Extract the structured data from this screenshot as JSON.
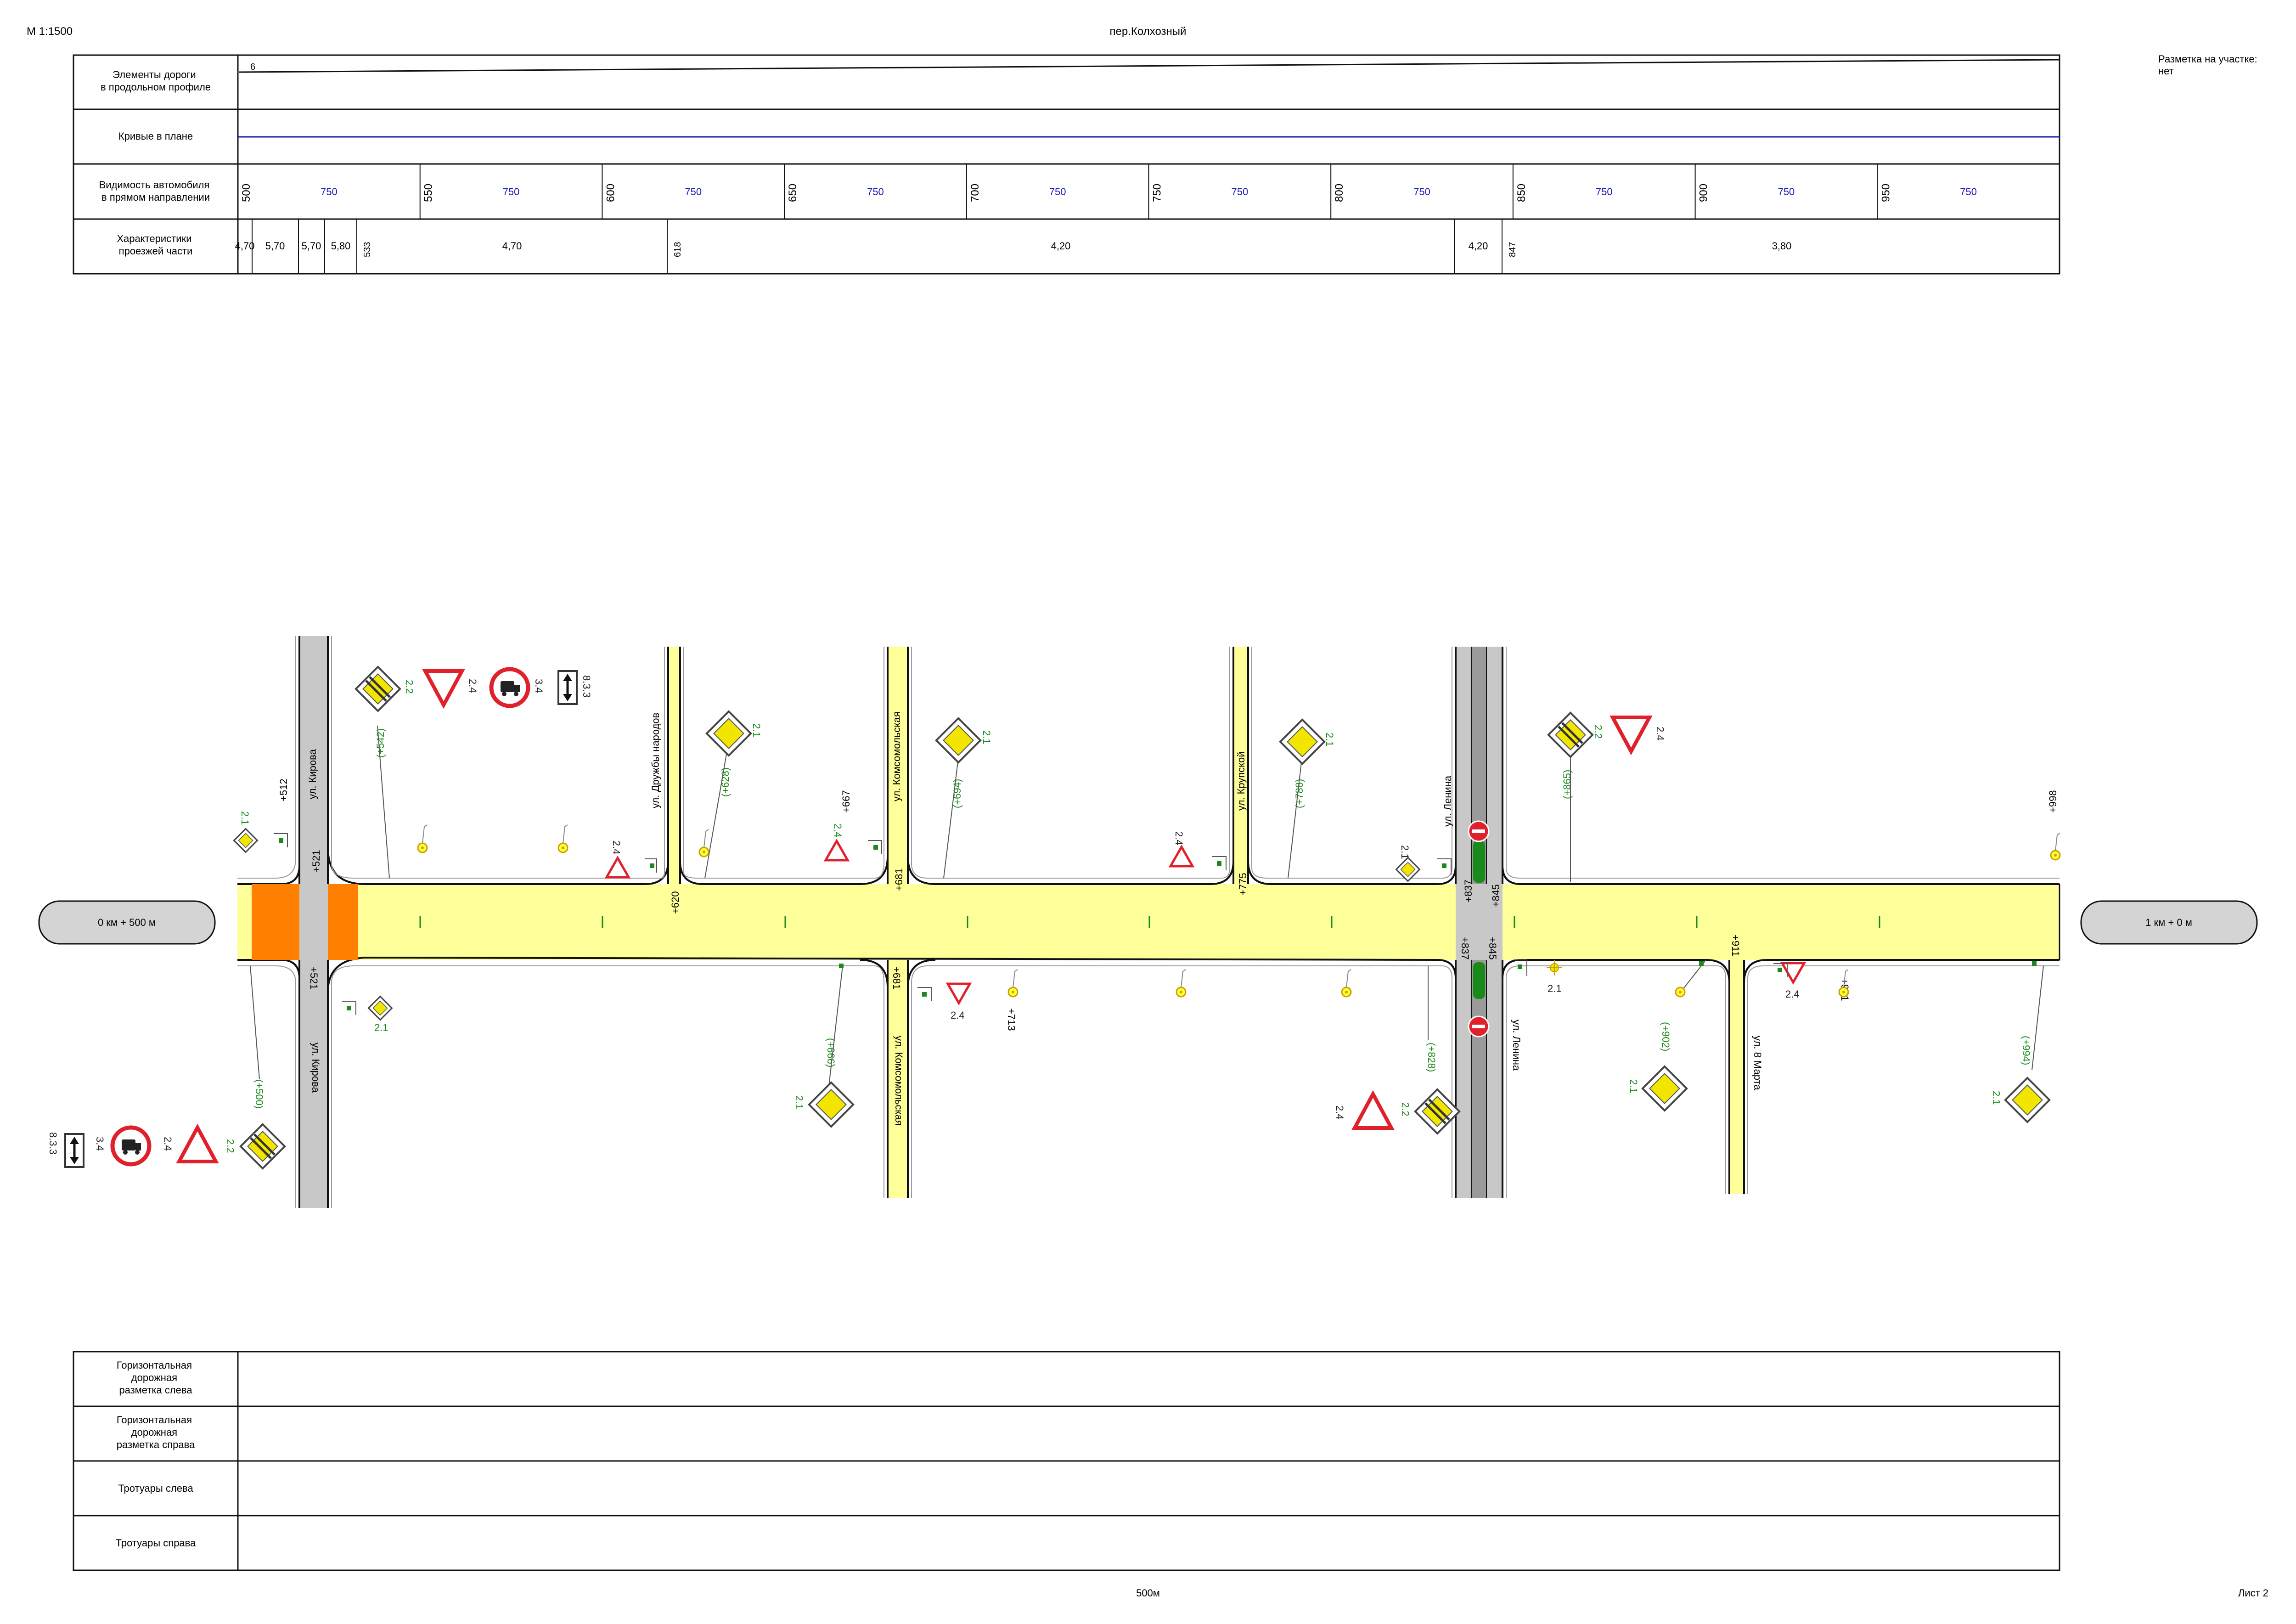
{
  "header": {
    "scale": "М 1:1500",
    "title": "пер.Колхозный",
    "marking_note_line1": "Разметка на участке:",
    "marking_note_line2": "нет"
  },
  "top_table": {
    "row_profile": [
      "Элементы дороги",
      "в продольном профиле"
    ],
    "profile_value": "6",
    "row_curves": "Кривые в плане",
    "row_visibility": [
      "Видимость автомобиля",
      "в прямом направлении"
    ],
    "visibility_pickets": [
      "500",
      "550",
      "600",
      "650",
      "700",
      "750",
      "800",
      "850",
      "900",
      "950"
    ],
    "visibility_value": "750",
    "row_carriageway": [
      "Характеристики",
      "проезжей части"
    ],
    "carriageway_widths": [
      "4,70",
      "5,70",
      "5,70",
      "5,80",
      "4,70",
      "4,20",
      "4,20",
      "3,80"
    ],
    "carriageway_marks": [
      "533",
      "618",
      "847"
    ]
  },
  "plan": {
    "start_label": "0 км + 500 м",
    "end_label": "1 км + 0 м",
    "streets": [
      "ул. Кирова",
      "ул. Дружбы народов",
      "ул. Комсомольская",
      "ул. Крупской",
      "ул. Ленина",
      "ул. Кирова",
      "ул. Комсомольская",
      "ул. Ленина",
      "ул. 8 Марта"
    ],
    "pickets_top": [
      "+512",
      "+521",
      "+620",
      "+667",
      "+681",
      "+775",
      "+837",
      "+845",
      "+998"
    ],
    "pickets_bottom": [
      "+521",
      "+681",
      "+713",
      "+837",
      "+845",
      "+911",
      "+941"
    ],
    "sign_refs_top": [
      "(+542)",
      "(+628)",
      "(+694)",
      "(+788)",
      "(+865)"
    ],
    "sign_refs_bottom": [
      "(+500)",
      "(+666)",
      "(+828)",
      "(+902)",
      "(+994)"
    ],
    "sign_codes": {
      "s21": "2.1",
      "s22": "2.2",
      "s24": "2.4",
      "s34": "3.4",
      "s833": "8.3.3"
    },
    "colors": {
      "carriageway": "#FFFF99",
      "road_edge": "#111111",
      "crossing": "#FF8000",
      "side_grey": "#C8C8C8",
      "sign_red": "#E0202A",
      "sign_yellow": "#F2E600",
      "lamp_yellow": "#FFFF33",
      "marker_green": "#1A8A1A",
      "picket_blue": "#1C1CB4",
      "pill_grey": "#D4D4D4"
    }
  },
  "bottom_table": {
    "rows": [
      [
        "Горизонтальная",
        "дорожная",
        "разметка слева"
      ],
      [
        "Горизонтальная",
        "дорожная",
        "разметка справа"
      ],
      [
        "Тротуары слева"
      ],
      [
        "Тротуары справа"
      ]
    ]
  },
  "footer": {
    "length": "500м",
    "sheet": "Лист 2"
  }
}
